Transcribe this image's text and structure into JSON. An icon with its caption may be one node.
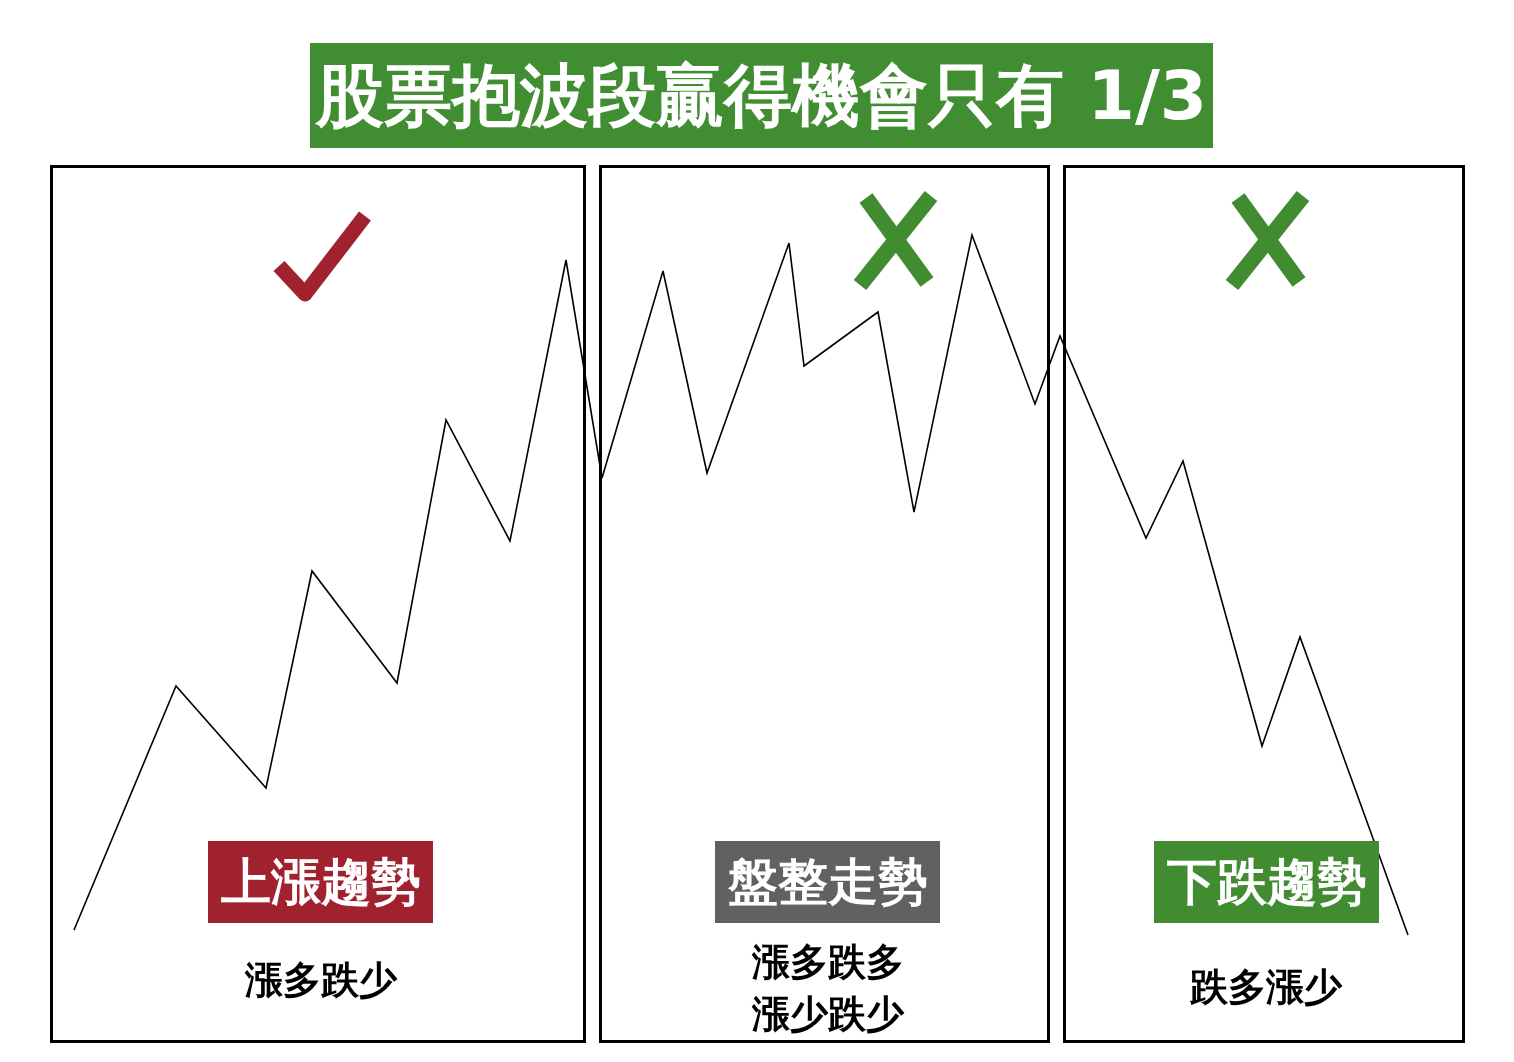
{
  "diagram": {
    "title": "股票抱波段贏得機會只有 1/3",
    "nodes": [
      {
        "text": [
          "漲多跌少"
        ]
      },
      {
        "text": [
          "上漲趨勢"
        ],
        "in": 0
      },
      {
        "text": [
          "漲多跌多",
          "漲少跌少"
        ]
      },
      {
        "text": [
          "盤整走勢"
        ],
        "in": 2
      },
      {
        "text": [
          "跌多漲少"
        ]
      },
      {
        "text": [
          "下跌趨勢"
        ],
        "in": 4
      }
    ]
  }
}
